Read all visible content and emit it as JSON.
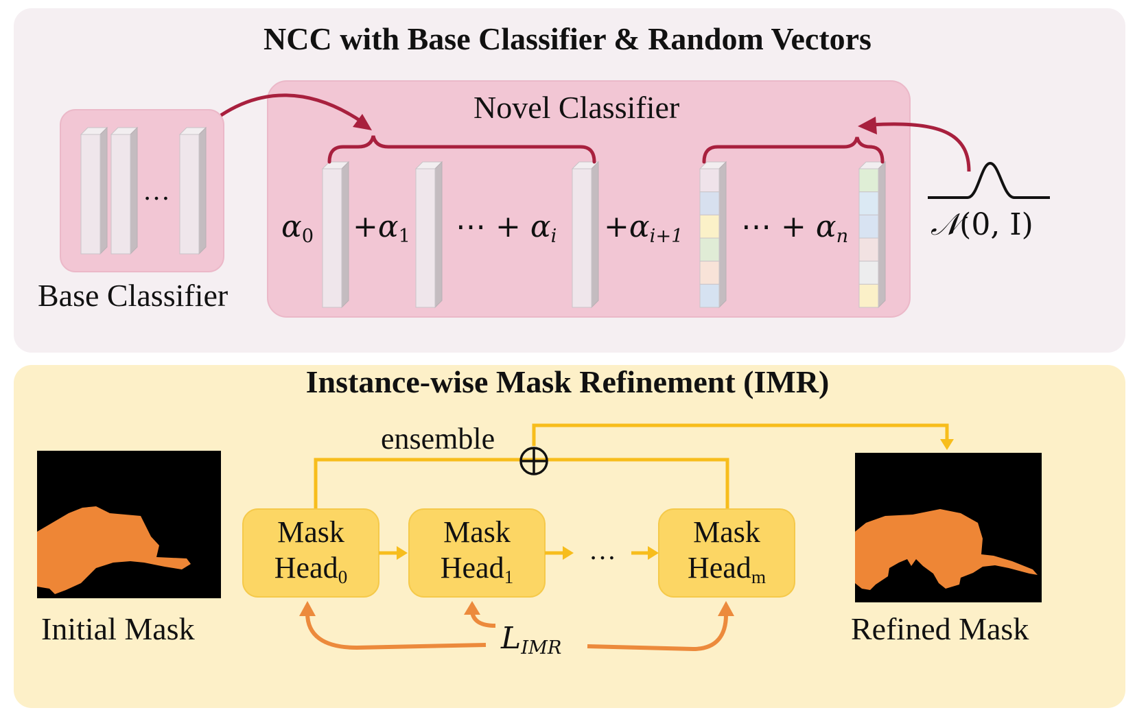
{
  "ncc_section": {
    "title": "NCC with Base Classifier & Random Vectors",
    "base_classifier": {
      "label": "Base Classifier",
      "ellipsis": "…",
      "vector_count_shown": 3
    },
    "novel_classifier": {
      "label": "Novel Classifier",
      "terms": [
        {
          "coef": "α",
          "sub": "0",
          "prefix": ""
        },
        {
          "coef": "α",
          "sub": "1",
          "prefix": "+"
        },
        {
          "coef": "α",
          "sub": "i",
          "prefix": "⋯ + "
        },
        {
          "coef": "α",
          "sub": "i+1",
          "prefix": "+"
        },
        {
          "coef": "α",
          "sub": "n",
          "prefix": "⋯ + "
        }
      ],
      "random_vector_colors": {
        "vector_i_plus_1": [
          "#efe3ea",
          "#d7e0ef",
          "#fbf1c8",
          "#e0ecd6",
          "#f8e3d8",
          "#d6e2f1"
        ],
        "vector_n": [
          "#dfeed6",
          "#dbe9f4",
          "#d8e3f2",
          "#f2e2e2",
          "#ededee",
          "#fbf0c8"
        ]
      }
    },
    "distribution": {
      "label_script": "𝒩",
      "label_args": "(0, I)"
    },
    "colors": {
      "panel_bg": "#f5eff2",
      "box_bg": "#f2c6d4",
      "arrow": "#a8203e"
    }
  },
  "imr_section": {
    "title": "Instance-wise Mask Refinement (IMR)",
    "initial_mask_label": "Initial Mask",
    "refined_mask_label": "Refined Mask",
    "ensemble_label": "ensemble",
    "ensemble_symbol": "⊕",
    "between_heads_ellipsis": "…",
    "mask_heads": [
      {
        "line1": "Mask",
        "line2": "Head",
        "sub": "0"
      },
      {
        "line1": "Mask",
        "line2": "Head",
        "sub": "1"
      },
      {
        "line1": "Mask",
        "line2": "Head",
        "sub": "m"
      }
    ],
    "loss": {
      "symbol": "L",
      "sub": "IMR"
    },
    "colors": {
      "panel_bg": "#fdf0c8",
      "head_bg": "#fcd664",
      "connector": "#f7bd1c",
      "loss_arrow": "#ec8a3c",
      "mask_fg": "#ee8636",
      "mask_bg": "#000000"
    }
  }
}
